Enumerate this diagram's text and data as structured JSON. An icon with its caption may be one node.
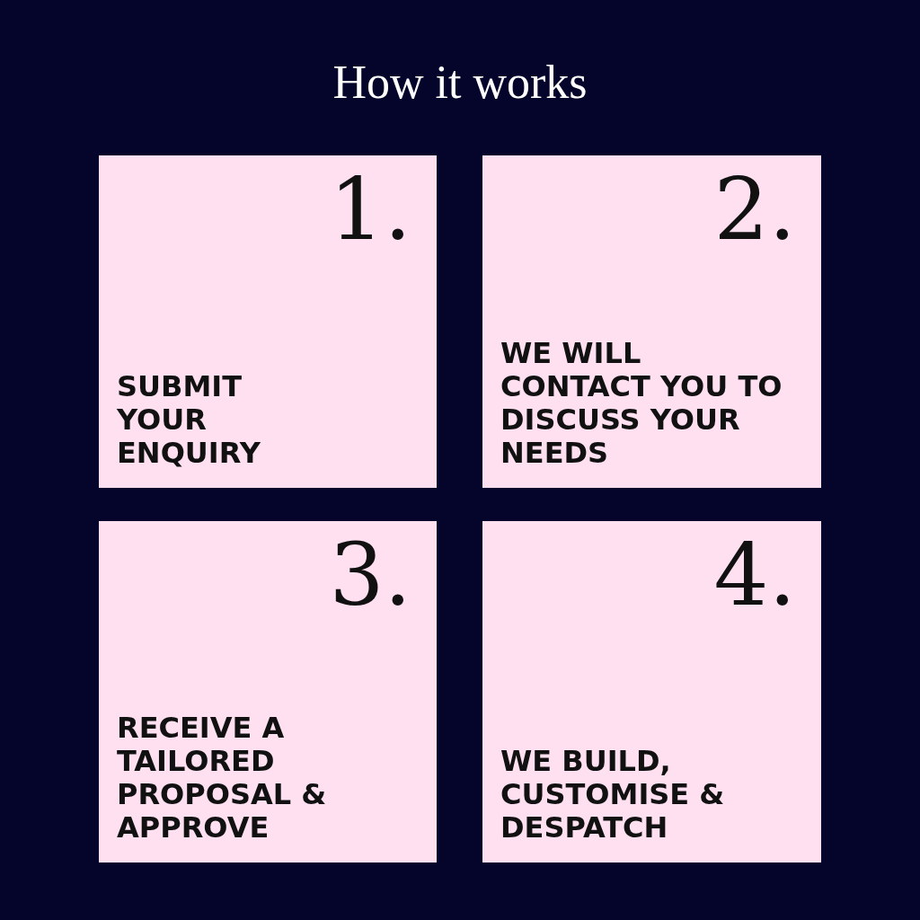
{
  "diagram": {
    "title": "How it works",
    "nodes": [
      {
        "text": [
          "1.",
          "SUBMIT YOUR ENQUIRY"
        ]
      },
      {
        "text": [
          "2.",
          "WE WILL CONTACT YOU TO DISCUSS YOUR NEEDS"
        ]
      },
      {
        "text": [
          "3.",
          "RECEIVE A TAILORED PROPOSAL & APPROVE"
        ]
      },
      {
        "text": [
          "4.",
          "WE BUILD, CUSTOMISE & DESPATCH"
        ]
      }
    ]
  }
}
